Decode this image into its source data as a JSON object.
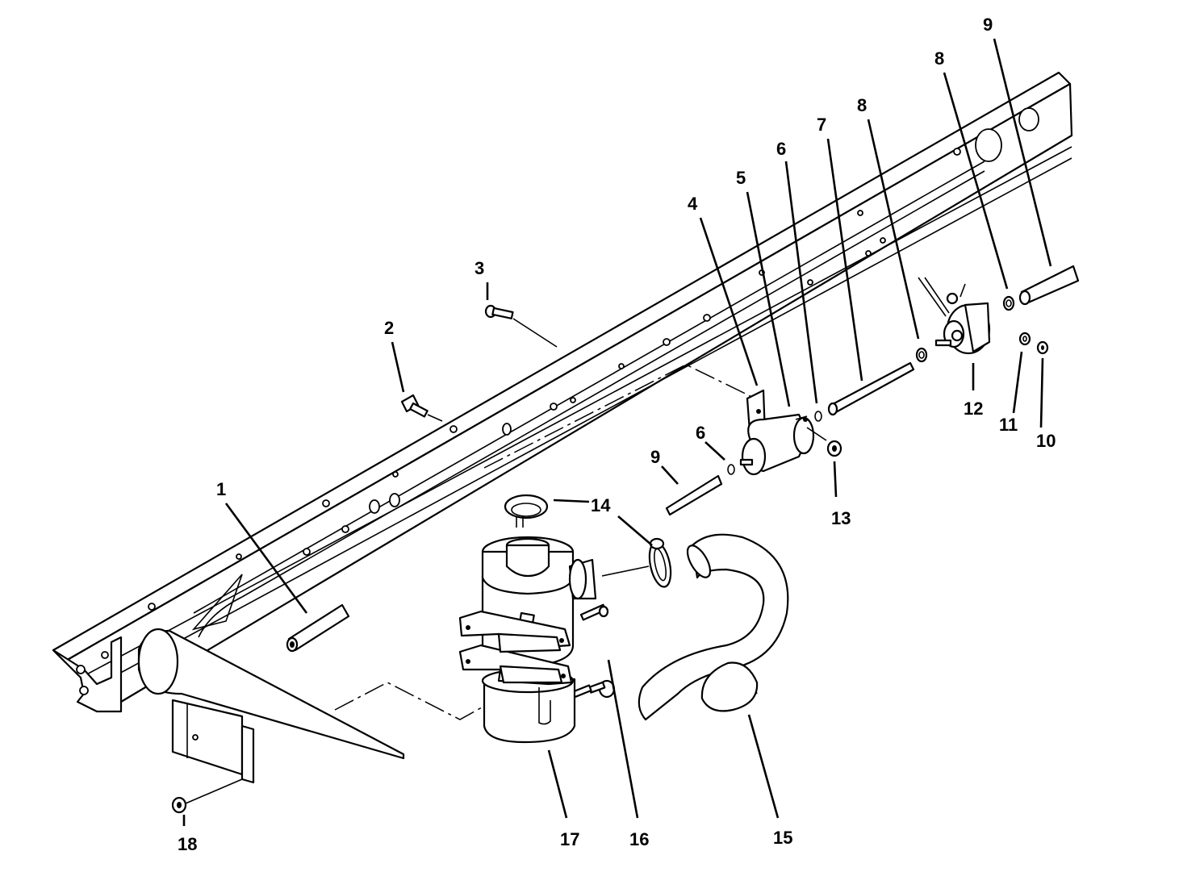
{
  "callouts": [
    {
      "label": "1"
    },
    {
      "label": "2"
    },
    {
      "label": "3"
    },
    {
      "label": "4"
    },
    {
      "label": "5"
    },
    {
      "label": "6"
    },
    {
      "label": "6"
    },
    {
      "label": "7"
    },
    {
      "label": "8"
    },
    {
      "label": "8"
    },
    {
      "label": "9"
    },
    {
      "label": "9"
    },
    {
      "label": "10"
    },
    {
      "label": "11"
    },
    {
      "label": "12"
    },
    {
      "label": "13"
    },
    {
      "label": "14"
    },
    {
      "label": "15"
    },
    {
      "label": "16"
    },
    {
      "label": "17"
    },
    {
      "label": "18"
    }
  ]
}
